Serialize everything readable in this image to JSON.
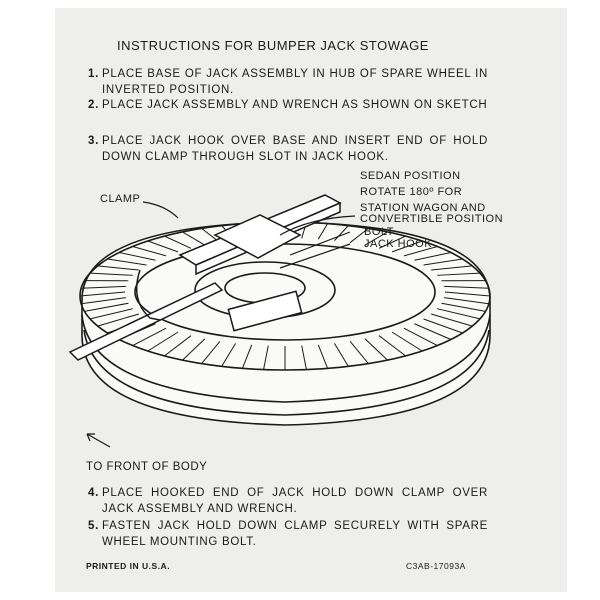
{
  "title": "INSTRUCTIONS FOR BUMPER JACK STOWAGE",
  "steps": [
    {
      "num": "1.",
      "text": "PLACE BASE OF JACK ASSEMBLY IN HUB OF SPARE WHEEL IN INVERTED POSITION."
    },
    {
      "num": "2.",
      "text": "PLACE JACK ASSEMBLY AND WRENCH AS SHOWN ON SKETCH"
    },
    {
      "num": "3.",
      "text": "PLACE JACK HOOK OVER BASE AND INSERT END OF HOLD DOWN CLAMP THROUGH SLOT IN JACK HOOK."
    },
    {
      "num": "4.",
      "text": "PLACE HOOKED END OF JACK HOLD DOWN CLAMP OVER JACK ASSEMBLY AND WRENCH."
    },
    {
      "num": "5.",
      "text": "FASTEN JACK HOLD DOWN CLAMP SECURELY WITH SPARE WHEEL MOUNTING BOLT."
    }
  ],
  "diagram": {
    "clamp": "CLAMP",
    "sedan": [
      "SEDAN POSITION",
      "ROTATE 180º FOR",
      "STATION WAGON AND",
      "CONVERTIBLE POSITION"
    ],
    "bolt": "BOLT",
    "jack_hook": "JACK HOOK",
    "front": "TO FRONT OF BODY"
  },
  "footer": {
    "printed": "PRINTED IN U.S.A.",
    "part": "C3AB-17093A"
  }
}
